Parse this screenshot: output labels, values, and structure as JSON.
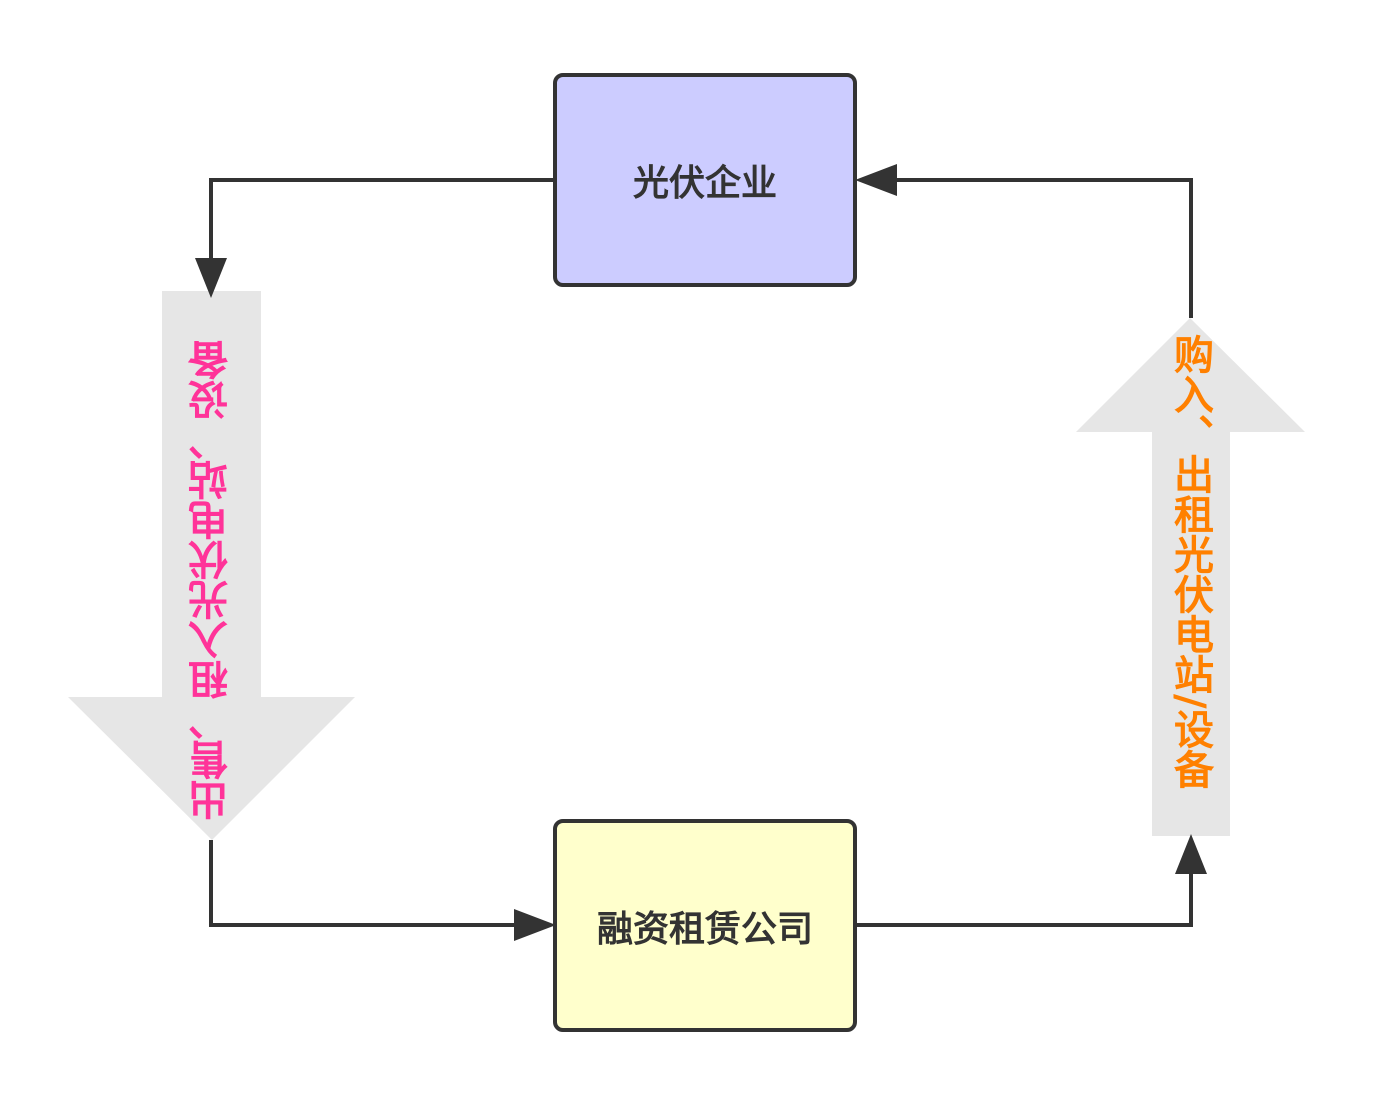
{
  "nodes": {
    "top": {
      "label": "光伏企业",
      "fill": "#ccccff"
    },
    "bottom": {
      "label": "融资租赁公司",
      "fill": "#ffffcc"
    }
  },
  "flows": {
    "left": {
      "label": "出售、租入光伏电站、设备",
      "color": "#ff3399",
      "direction": "down"
    },
    "right": {
      "label": "购入、出租光伏电站/设备",
      "color": "#ff8000",
      "direction": "up"
    }
  },
  "colors": {
    "line": "#333333",
    "block_arrow": "#e6e6e6"
  }
}
